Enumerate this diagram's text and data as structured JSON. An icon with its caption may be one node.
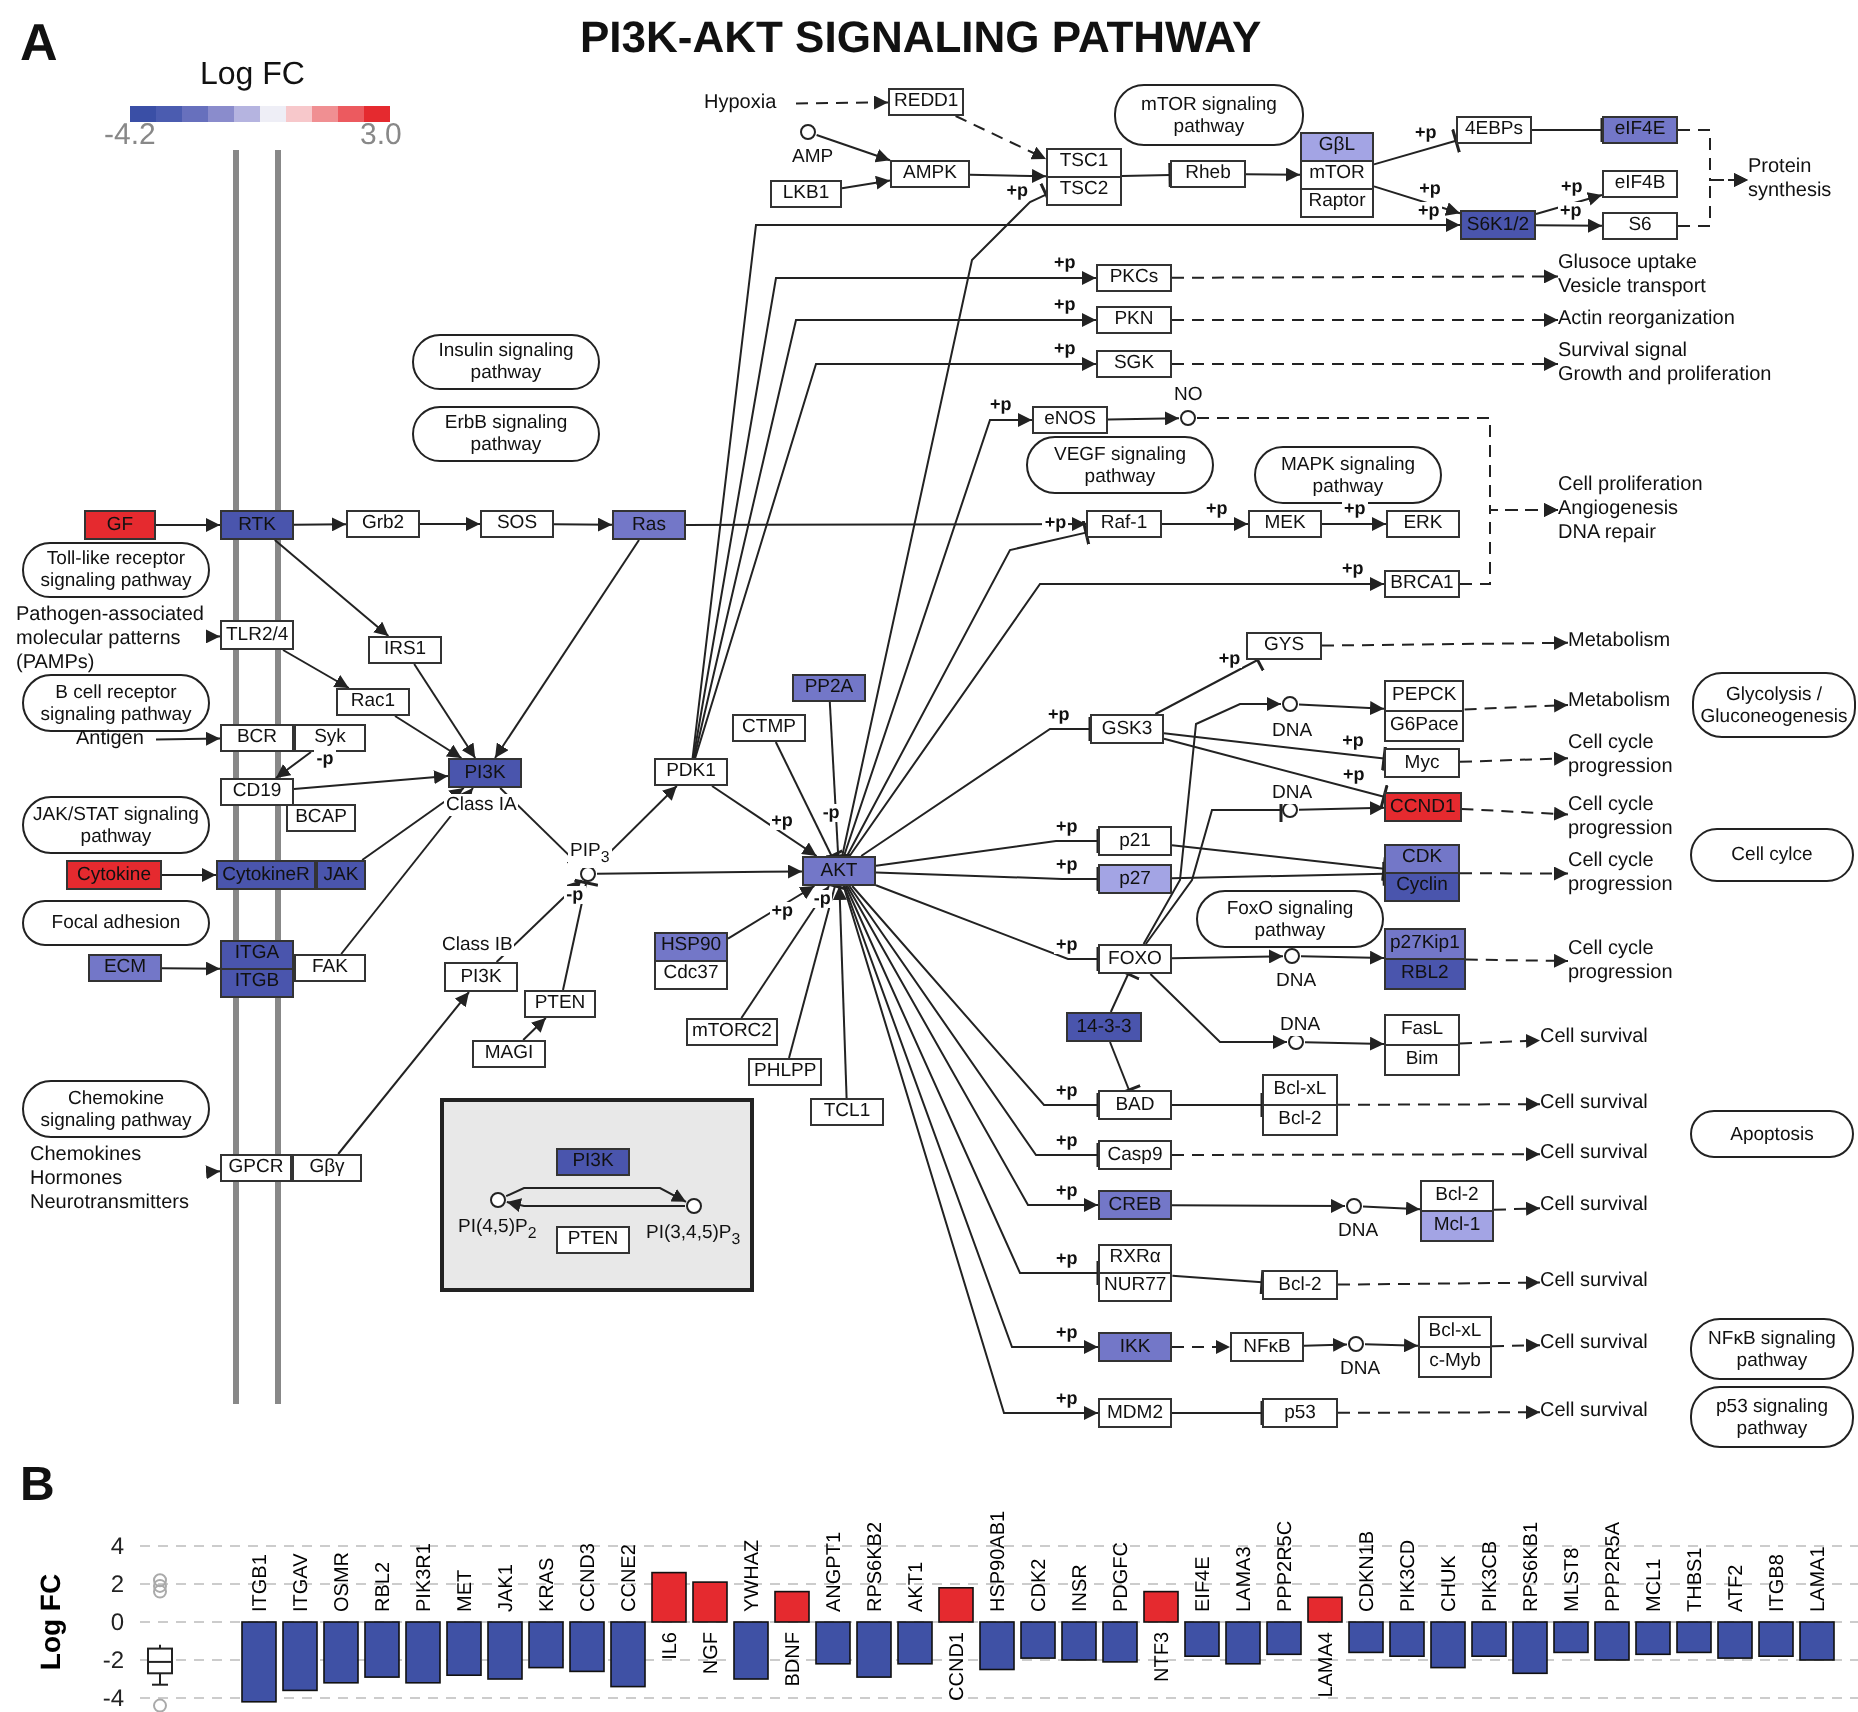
{
  "diagram": {
    "title": "PI3K-AKT SIGNALING PATHWAY",
    "nodes": [
      {
        "text": [
          "Hypoxia"
        ]
      },
      {
        "text": [
          "REDD1"
        ]
      },
      {
        "text": [],
        "shape": "circle",
        "beside": [
          "AMP"
        ]
      },
      {
        "text": [
          "LKB1"
        ]
      },
      {
        "text": [
          "AMPK"
        ]
      },
      {
        "text": [
          "TSC1",
          "TSC2"
        ]
      },
      {
        "text": [
          "mTOR signaling pathway"
        ]
      },
      {
        "text": [
          "Rheb"
        ]
      },
      {
        "text": [
          "GβL",
          "mTOR",
          "Raptor"
        ]
      },
      {
        "text": [
          "4EBPs"
        ]
      },
      {
        "text": [
          "eIF4E"
        ]
      },
      {
        "text": [
          "eIF4B"
        ]
      },
      {
        "text": [
          "S6K1/2"
        ]
      },
      {
        "text": [
          "S6"
        ]
      },
      {
        "text": [
          "Protein synthesis"
        ]
      },
      {
        "text": [
          "PKCs"
        ]
      },
      {
        "text": [
          "Glusoce uptake",
          "Vesicle transport"
        ]
      },
      {
        "text": [
          "PKN"
        ]
      },
      {
        "text": [
          "Actin reorganization"
        ]
      },
      {
        "text": [
          "SGK"
        ]
      },
      {
        "text": [
          "Survival signal",
          "Growth and proliferation"
        ]
      },
      {
        "text": [
          "Insulin signaling pathway"
        ]
      },
      {
        "text": [
          "ErbB signaling pathway"
        ]
      },
      {
        "text": [
          "eNOS"
        ]
      },
      {
        "text": [],
        "shape": "circle",
        "beside": [
          "NO"
        ]
      },
      {
        "text": [
          "VEGF signaling pathway"
        ]
      },
      {
        "text": [
          "MAPK signaling pathway"
        ]
      },
      {
        "text": [
          "GF"
        ]
      },
      {
        "text": [
          "RTK"
        ]
      },
      {
        "text": [
          "Grb2"
        ]
      },
      {
        "text": [
          "SOS"
        ]
      },
      {
        "text": [
          "Ras"
        ]
      },
      {
        "text": [
          "Raf-1"
        ]
      },
      {
        "text": [
          "MEK"
        ]
      },
      {
        "text": [
          "ERK"
        ]
      },
      {
        "text": [
          "Cell proliferation",
          "Angiogenesis",
          "DNA repair"
        ]
      },
      {
        "text": [
          "BRCA1"
        ]
      },
      {
        "text": [
          "Toll-like receptor signaling pathway"
        ]
      },
      {
        "text": [
          "Pathogen-associated molecular patterns (PAMPs)"
        ]
      },
      {
        "text": [
          "TLR2/4"
        ]
      },
      {
        "text": [
          "IRS1"
        ]
      },
      {
        "text": [
          "B cell receptor signaling pathway"
        ]
      },
      {
        "text": [
          "Rac1"
        ]
      },
      {
        "text": [
          "BCR"
        ]
      },
      {
        "text": [
          "Syk"
        ]
      },
      {
        "text": [
          "Antigen"
        ]
      },
      {
        "text": [
          "PI3K"
        ],
        "beside": [
          "Class IA"
        ]
      },
      {
        "text": [
          "CD19"
        ]
      },
      {
        "text": [
          "BCAP"
        ]
      },
      {
        "text": [
          "JAK/STAT signaling pathway"
        ]
      },
      {
        "text": [
          "PP2A"
        ]
      },
      {
        "text": [
          "CTMP"
        ]
      },
      {
        "text": [
          "PDK1"
        ]
      },
      {
        "text": [],
        "shape": "circle",
        "beside": [
          "PIP$_{3}$"
        ]
      },
      {
        "text": [
          "Cytokine"
        ]
      },
      {
        "text": [
          "CytokineR"
        ]
      },
      {
        "text": [
          "JAK"
        ]
      },
      {
        "text": [
          "AKT"
        ]
      },
      {
        "text": [
          "Focal adhesion"
        ]
      },
      {
        "text": [
          "ECM"
        ]
      },
      {
        "text": [
          "ITGA",
          "ITGB"
        ]
      },
      {
        "text": [
          "FAK"
        ]
      },
      {
        "text": [
          "PI3K"
        ],
        "beside": [
          "Class IB"
        ]
      },
      {
        "text": [
          "HSP90",
          "Cdc37"
        ]
      },
      {
        "text": [
          "PTEN"
        ]
      },
      {
        "text": [
          "MAGI"
        ]
      },
      {
        "text": [
          "mTORC2"
        ]
      },
      {
        "text": [
          "PHLPP"
        ]
      },
      {
        "text": [
          "TCL1"
        ]
      },
      {
        "text": [
          "Chemokine signaling pathway"
        ]
      },
      {
        "text": [
          "Chemokines",
          "Hormones",
          "Neurotransmitters"
        ]
      },
      {
        "text": [
          "GPCR"
        ]
      },
      {
        "text": [
          "Gβγ"
        ]
      },
      {
        "text": [],
        "shape": "box"
      },
      {
        "text": [
          "PI3K"
        ],
        "in": 73
      },
      {
        "text": [],
        "shape": "circle",
        "beside": [
          "PI(4,5)P$_{2}$"
        ],
        "in": 73
      },
      {
        "text": [],
        "shape": "circle",
        "beside": [
          "PI(3,4,5)P$_{3}$"
        ],
        "in": 73
      },
      {
        "text": [
          "PTEN"
        ],
        "in": 73
      },
      {
        "text": [
          "GYS"
        ]
      },
      {
        "text": [
          "Metabolism"
        ]
      },
      {
        "text": [
          "GSK3"
        ]
      },
      {
        "text": [],
        "shape": "circle",
        "beside": [
          "DNA"
        ]
      },
      {
        "text": [
          "PEPCK",
          "G6Pace"
        ]
      },
      {
        "text": [
          "Metabolism"
        ]
      },
      {
        "text": [
          "Glycolysis / Gluconeogenesis"
        ]
      },
      {
        "text": [
          "Myc"
        ]
      },
      {
        "text": [
          "Cell cycle progression"
        ]
      },
      {
        "text": [],
        "shape": "circle",
        "beside": [
          "DNA"
        ]
      },
      {
        "text": [
          "CCND1"
        ]
      },
      {
        "text": [
          "Cell cycle progression"
        ]
      },
      {
        "text": [
          "p21"
        ]
      },
      {
        "text": [
          "CDK",
          "Cyclin"
        ]
      },
      {
        "text": [
          "Cell cycle progression"
        ]
      },
      {
        "text": [
          "Cell cylce"
        ]
      },
      {
        "text": [
          "p27"
        ]
      },
      {
        "text": [
          "FoxO signaling pathway"
        ]
      },
      {
        "text": [
          "FOXO"
        ]
      },
      {
        "text": [],
        "shape": "circle",
        "beside": [
          "DNA"
        ]
      },
      {
        "text": [
          "p27Kip1",
          "RBL2"
        ]
      },
      {
        "text": [
          "Cell cycle progression"
        ]
      },
      {
        "text": [
          "14-3-3"
        ]
      },
      {
        "text": [],
        "shape": "circle",
        "beside": [
          "DNA"
        ]
      },
      {
        "text": [
          "FasL",
          "Bim"
        ]
      },
      {
        "text": [
          "Cell survival"
        ]
      },
      {
        "text": [
          "Bcl-xL",
          "Bcl-2"
        ]
      },
      {
        "text": [
          "BAD"
        ]
      },
      {
        "text": [
          "Cell survival"
        ]
      },
      {
        "text": [
          "Apoptosis"
        ]
      },
      {
        "text": [
          "Casp9"
        ]
      },
      {
        "text": [
          "Cell survival"
        ]
      },
      {
        "text": [
          "CREB"
        ]
      },
      {
        "text": [],
        "shape": "circle",
        "beside": [
          "DNA"
        ]
      },
      {
        "text": [
          "Bcl-2",
          "Mcl-1"
        ]
      },
      {
        "text": [
          "Cell survival"
        ]
      },
      {
        "text": [
          "RXRα",
          "NUR77"
        ]
      },
      {
        "text": [
          "Bcl-2"
        ]
      },
      {
        "text": [
          "Cell survival"
        ]
      },
      {
        "text": [
          "IKK"
        ]
      },
      {
        "text": [
          "NFκB"
        ]
      },
      {
        "text": [],
        "shape": "circle",
        "beside": [
          "DNA"
        ]
      },
      {
        "text": [
          "Bcl-xL",
          "c-Myb"
        ]
      },
      {
        "text": [
          "Cell survival"
        ]
      },
      {
        "text": [
          "NFκB signaling pathway"
        ]
      },
      {
        "text": [
          "MDM2"
        ]
      },
      {
        "text": [
          "p53"
        ]
      },
      {
        "text": [
          "Cell survival"
        ]
      },
      {
        "text": [
          "p53 signaling pathway"
        ]
      }
    ],
    "edges": [
      {
        "from": 0,
        "to": 1,
        "arrow": "to",
        "style": "dashed"
      },
      {
        "from": 1,
        "to": 5,
        "arrow": "to",
        "style": "dashed"
      },
      {
        "from": 2,
        "to": 4,
        "arrow": "to"
      },
      {
        "from": 3,
        "to": 4,
        "arrow": "to"
      },
      {
        "from": 4,
        "to": 5,
        "arrow": "to"
      },
      {
        "from": 5,
        "to": 7,
        "arrow": "other"
      },
      {
        "from": 7,
        "to": 8,
        "arrow": "to"
      },
      {
        "from": 8,
        "to": 9,
        "arrow": "other",
        "label": "+p"
      },
      {
        "from": 8,
        "to": 12,
        "arrow": "to",
        "label": "+p"
      },
      {
        "from": 9,
        "to": 10,
        "arrow": "other"
      },
      {
        "from": 12,
        "to": 11,
        "arrow": "to",
        "label": "+p"
      },
      {
        "from": 12,
        "to": 13,
        "arrow": "to",
        "label": "+p"
      },
      {
        "from": 10,
        "to": 14,
        "arrow": "to",
        "style": "dashed"
      },
      {
        "from": 13,
        "to": 14,
        "arrow": "to",
        "style": "dashed"
      },
      {
        "from": 57,
        "to": 5,
        "arrow": "other",
        "label": "+p"
      },
      {
        "from": 52,
        "to": 12,
        "arrow": "to",
        "label": "+p"
      },
      {
        "from": 52,
        "to": 15,
        "arrow": "to",
        "label": "+p"
      },
      {
        "from": 15,
        "to": 16,
        "arrow": "to",
        "style": "dashed"
      },
      {
        "from": 52,
        "to": 17,
        "arrow": "to",
        "label": "+p"
      },
      {
        "from": 17,
        "to": 18,
        "arrow": "to",
        "style": "dashed"
      },
      {
        "from": 52,
        "to": 19,
        "arrow": "to",
        "label": "+p"
      },
      {
        "from": 19,
        "to": 20,
        "arrow": "to",
        "style": "dashed"
      },
      {
        "from": 57,
        "to": 23,
        "arrow": "to",
        "label": "+p"
      },
      {
        "from": 23,
        "to": 24,
        "arrow": "to"
      },
      {
        "from": 24,
        "to": 35,
        "arrow": "to",
        "style": "dashed"
      },
      {
        "from": 27,
        "to": 28,
        "arrow": "to"
      },
      {
        "from": 28,
        "to": 29,
        "arrow": "to"
      },
      {
        "from": 29,
        "to": 30,
        "arrow": "to"
      },
      {
        "from": 30,
        "to": 31,
        "arrow": "to"
      },
      {
        "from": 31,
        "to": 32,
        "arrow": "to"
      },
      {
        "from": 57,
        "to": 32,
        "arrow": "other",
        "label": "+p"
      },
      {
        "from": 32,
        "to": 33,
        "arrow": "to",
        "label": "+p"
      },
      {
        "from": 33,
        "to": 34,
        "arrow": "to",
        "label": "+p"
      },
      {
        "from": 57,
        "to": 36,
        "arrow": "to",
        "label": "+p"
      },
      {
        "from": 36,
        "to": 35,
        "arrow": "to",
        "style": "dashed"
      },
      {
        "from": 28,
        "to": 40,
        "arrow": "to"
      },
      {
        "from": 40,
        "to": 46,
        "arrow": "to"
      },
      {
        "from": 31,
        "to": 46,
        "arrow": "to"
      },
      {
        "from": 38,
        "to": 39,
        "arrow": "to"
      },
      {
        "from": 39,
        "to": 42,
        "arrow": "to"
      },
      {
        "from": 42,
        "to": 46,
        "arrow": "to"
      },
      {
        "from": 45,
        "to": 43,
        "arrow": "to"
      },
      {
        "from": 44,
        "to": 47,
        "arrow": "to",
        "label": "-p"
      },
      {
        "from": 47,
        "to": 46,
        "arrow": "to"
      },
      {
        "from": 56,
        "to": 46,
        "arrow": "to"
      },
      {
        "from": 61,
        "to": 46,
        "arrow": "to"
      },
      {
        "from": 59,
        "to": 60,
        "arrow": "to"
      },
      {
        "from": 54,
        "to": 55,
        "arrow": "to"
      },
      {
        "from": 46,
        "to": 53,
        "arrow": "to"
      },
      {
        "from": 62,
        "to": 53,
        "arrow": "to"
      },
      {
        "from": 72,
        "to": 62,
        "arrow": "to"
      },
      {
        "from": 70,
        "to": 71,
        "arrow": "to"
      },
      {
        "from": 64,
        "to": 53,
        "arrow": "other",
        "label": "-p"
      },
      {
        "from": 65,
        "to": 64,
        "arrow": "to"
      },
      {
        "from": 53,
        "to": 52,
        "arrow": "to"
      },
      {
        "from": 53,
        "to": 57,
        "arrow": "to"
      },
      {
        "from": 52,
        "to": 57,
        "arrow": "to",
        "label": "+p"
      },
      {
        "from": 51,
        "to": 57,
        "arrow": "other"
      },
      {
        "from": 50,
        "to": 57,
        "arrow": "other",
        "label": "-p"
      },
      {
        "from": 63,
        "to": 57,
        "arrow": "to"
      },
      {
        "from": 66,
        "to": 57,
        "arrow": "to",
        "label": "+p"
      },
      {
        "from": 67,
        "to": 57,
        "arrow": "other",
        "label": "-p"
      },
      {
        "from": 68,
        "to": 57,
        "arrow": "to"
      },
      {
        "from": 75,
        "to": 76,
        "arrow": "to"
      },
      {
        "from": 76,
        "to": 75,
        "arrow": "to"
      },
      {
        "from": 57,
        "to": 80,
        "arrow": "other",
        "label": "+p"
      },
      {
        "from": 80,
        "to": 78,
        "arrow": "other",
        "label": "+p"
      },
      {
        "from": 78,
        "to": 79,
        "arrow": "to",
        "style": "dashed"
      },
      {
        "from": 96,
        "to": 81,
        "arrow": "to"
      },
      {
        "from": 81,
        "to": 82,
        "arrow": "to"
      },
      {
        "from": 82,
        "to": 83,
        "arrow": "to",
        "style": "dashed"
      },
      {
        "from": 80,
        "to": 85,
        "arrow": "other",
        "label": "+p"
      },
      {
        "from": 80,
        "to": 88,
        "arrow": "other",
        "label": "+p"
      },
      {
        "from": 85,
        "to": 86,
        "arrow": "to",
        "style": "dashed"
      },
      {
        "from": 96,
        "to": 87,
        "arrow": "other"
      },
      {
        "from": 87,
        "to": 88,
        "arrow": "to"
      },
      {
        "from": 88,
        "to": 89,
        "arrow": "to",
        "style": "dashed"
      },
      {
        "from": 57,
        "to": 90,
        "arrow": "other",
        "label": "+p"
      },
      {
        "from": 90,
        "to": 91,
        "arrow": "other"
      },
      {
        "from": 57,
        "to": 94,
        "arrow": "other",
        "label": "+p"
      },
      {
        "from": 94,
        "to": 91,
        "arrow": "other"
      },
      {
        "from": 91,
        "to": 92,
        "arrow": "to",
        "style": "dashed"
      },
      {
        "from": 57,
        "to": 96,
        "arrow": "other",
        "label": "+p"
      },
      {
        "from": 96,
        "to": 97,
        "arrow": "to"
      },
      {
        "from": 97,
        "to": 98,
        "arrow": "to"
      },
      {
        "from": 98,
        "to": 99,
        "arrow": "to",
        "style": "dashed"
      },
      {
        "from": 96,
        "to": 101,
        "arrow": "to"
      },
      {
        "from": 101,
        "to": 102,
        "arrow": "to"
      },
      {
        "from": 102,
        "to": 103,
        "arrow": "to",
        "style": "dashed"
      },
      {
        "from": 100,
        "to": 96,
        "arrow": "other"
      },
      {
        "from": 100,
        "to": 105,
        "arrow": "other"
      },
      {
        "from": 57,
        "to": 105,
        "arrow": "other",
        "label": "+p"
      },
      {
        "from": 105,
        "to": 104,
        "arrow": "other"
      },
      {
        "from": 104,
        "to": 106,
        "arrow": "to",
        "style": "dashed"
      },
      {
        "from": 57,
        "to": 108,
        "arrow": "other",
        "label": "+p"
      },
      {
        "from": 108,
        "to": 109,
        "arrow": "to",
        "style": "dashed"
      },
      {
        "from": 57,
        "to": 110,
        "arrow": "to",
        "label": "+p"
      },
      {
        "from": 110,
        "to": 111,
        "arrow": "to"
      },
      {
        "from": 111,
        "to": 112,
        "arrow": "to"
      },
      {
        "from": 112,
        "to": 113,
        "arrow": "to",
        "style": "dashed"
      },
      {
        "from": 57,
        "to": 114,
        "arrow": "other",
        "label": "+p"
      },
      {
        "from": 114,
        "to": 115,
        "arrow": "other"
      },
      {
        "from": 115,
        "to": 116,
        "arrow": "to",
        "style": "dashed"
      },
      {
        "from": 57,
        "to": 117,
        "arrow": "to",
        "label": "+p"
      },
      {
        "from": 117,
        "to": 118,
        "arrow": "to",
        "style": "dashed"
      },
      {
        "from": 118,
        "to": 119,
        "arrow": "to"
      },
      {
        "from": 119,
        "to": 120,
        "arrow": "to"
      },
      {
        "from": 120,
        "to": 121,
        "arrow": "to",
        "style": "dashed"
      },
      {
        "from": 57,
        "to": 123,
        "arrow": "to",
        "label": "+p"
      },
      {
        "from": 123,
        "to": 124,
        "arrow": "other"
      },
      {
        "from": 124,
        "to": 125,
        "arrow": "to",
        "style": "dashed"
      }
    ],
    "labels": [
      "A",
      "Log FC",
      "-4.2",
      "3.0",
      "B"
    ],
    "chart_data": {
      "type": "bar",
      "ylabel": "Log FC",
      "categories": [
        "ITGB1",
        "ITGAV",
        "OSMR",
        "RBL2",
        "PIK3R1",
        "MET",
        "JAK1",
        "KRAS",
        "CCND3",
        "CCNE2",
        "IL6",
        "NGF",
        "YWHAZ",
        "BDNF",
        "ANGPT1",
        "RPS6KB2",
        "AKT1",
        "CCND1",
        "HSP90AB1",
        "CDK2",
        "INSR",
        "PDGFC",
        "NTF3",
        "EIF4E",
        "LAMA3",
        "PPP2R5C",
        "LAMA4",
        "CDKN1B",
        "PIK3CD",
        "CHUK",
        "PIK3CB",
        "RPS6KB1",
        "MLST8",
        "PPP2R5A",
        "MCL1",
        "THBS1",
        "ATF2",
        "ITGB8",
        "LAMA1"
      ],
      "series": [
        {
          "color": "#3f51a5",
          "values": [
            -4.2,
            -3.6,
            -3.2,
            -2.9,
            -3.2,
            -2.8,
            -3.0,
            -2.4,
            -2.6,
            -3.4,
            null,
            null,
            -3.0,
            null,
            -2.2,
            -2.9,
            -2.2,
            null,
            -2.5,
            -1.9,
            -2.0,
            -2.1,
            null,
            -1.8,
            -2.2,
            -1.7,
            null,
            -1.6,
            -1.8,
            -2.4,
            -1.8,
            -2.7,
            -1.6,
            -2.0,
            -1.7,
            -1.6,
            -1.9,
            -1.8,
            -2.0
          ]
        },
        {
          "color": "#e52a2f",
          "values": [
            null,
            null,
            null,
            null,
            null,
            null,
            null,
            null,
            null,
            null,
            2.6,
            2.1,
            null,
            1.6,
            null,
            null,
            null,
            1.8,
            null,
            null,
            null,
            null,
            1.6,
            null,
            null,
            null,
            1.3,
            null,
            null,
            null,
            null,
            null,
            null,
            null,
            null,
            null,
            null,
            null,
            null
          ]
        }
      ],
      "ylim": [
        -4.2,
        4
      ],
      "yticks": [
        4,
        2,
        0,
        -2,
        -4
      ],
      "grid": true
    }
  }
}
